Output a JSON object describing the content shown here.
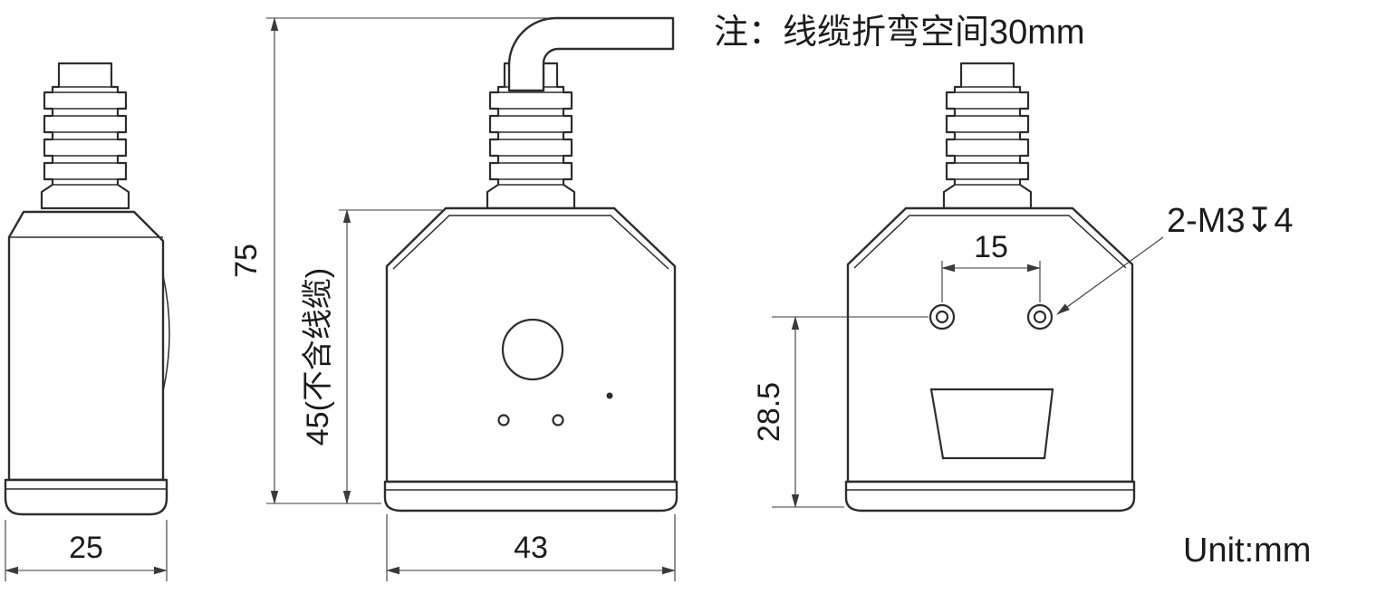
{
  "note_text": "注：线缆折弯空间30mm",
  "unit_text": "Unit:mm",
  "dimensions": {
    "side_width": "25",
    "front_total_height": "75",
    "front_body_height": "45(不含线缆)",
    "front_width": "43",
    "rear_hole_spacing": "15",
    "rear_hole_center_height": "28.5",
    "rear_thread_label": "2-M3↧4"
  },
  "colors": {
    "line": "#2d2d2d",
    "dimension": "#3a3a3a",
    "text": "#1b1b1b",
    "background": "#ffffff"
  }
}
